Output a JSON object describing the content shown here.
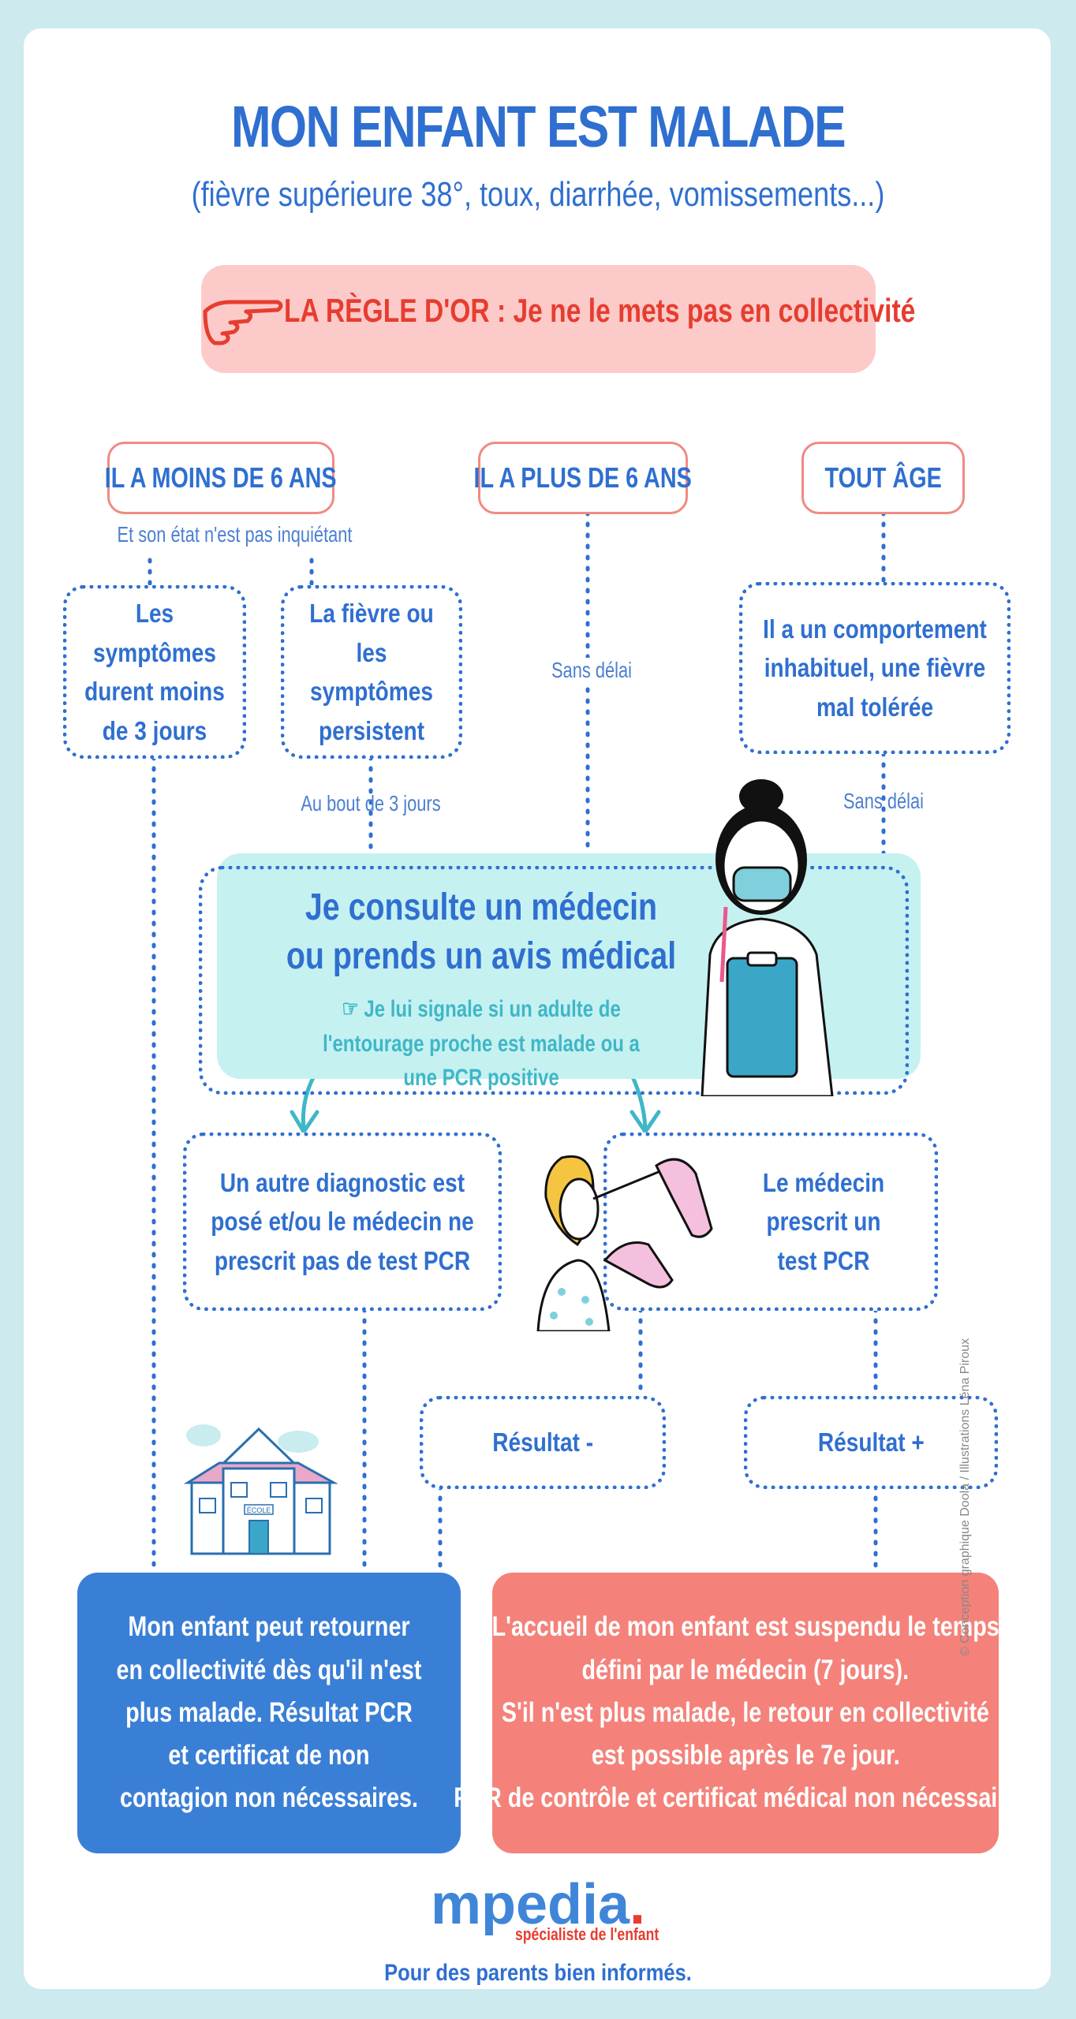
{
  "header": {
    "title": "MON ENFANT EST MALADE",
    "subtitle": "(fièvre supérieure 38°, toux, diarrhée, vomissements...)"
  },
  "rule": {
    "text": "LA RÈGLE D'OR : Je ne le mets pas en collectivité"
  },
  "categories": {
    "under6": "IL A MOINS DE 6 ANS",
    "over6": "IL A PLUS DE 6 ANS",
    "any_age": "TOUT ÂGE"
  },
  "labels": {
    "not_worrying": "Et son état n'est pas inquiétant",
    "without_delay_1": "Sans délai",
    "after_3_days": "Au bout de 3 jours",
    "without_delay_2": "Sans délai"
  },
  "boxes": {
    "symptoms_short": "Les symptômes durent moins de 3 jours",
    "fever_persists": "La fièvre ou les symptômes persistent",
    "unusual_behavior": "Il  a un comportement inhabituel, une fièvre mal tolérée",
    "other_diagnosis": "Un autre diagnostic est posé et/ou le médecin ne prescrit pas de test PCR",
    "pcr_prescribed": "Le médecin prescrit un test PCR",
    "result_negative": "Résultat -",
    "result_positive": "Résultat +"
  },
  "consult": {
    "title_line1": "Je consulte un médecin",
    "title_line2": "ou prends un avis médical",
    "note": "☞ Je lui signale si un adulte de l'entourage proche est malade ou a une PCR positive"
  },
  "outcomes": {
    "return": "Mon enfant peut retourner en collectivité dès qu'il n'est plus malade. Résultat PCR et certificat de non contagion non nécessaires.",
    "suspended_l1": "L'accueil de mon enfant est suspendu le temps",
    "suspended_l2": "défini par le médecin (7 jours).",
    "suspended_l3": "S'il n'est plus malade, le retour en collectivité",
    "suspended_l4": "est possible après le 7e jour.",
    "suspended_l5": "PCR de contrôle et certificat médical non nécessaires."
  },
  "school_sign": "ÉCOLE",
  "brand": {
    "logo_main": "mpedia",
    "logo_dot": ".",
    "tagline": "spécialiste de l'enfant",
    "footer": "Pour des parents bien informés."
  },
  "credit": "© Conception graphique Doola  /  Illustrations Léna Piroux",
  "colors": {
    "blue": "#2f6fd0",
    "red": "#e63d2f",
    "pink_bg": "#fdcaca",
    "cyan_bg": "#c6f1f1",
    "outcome_blue": "#3a7fd6",
    "outcome_red": "#f4827a"
  }
}
